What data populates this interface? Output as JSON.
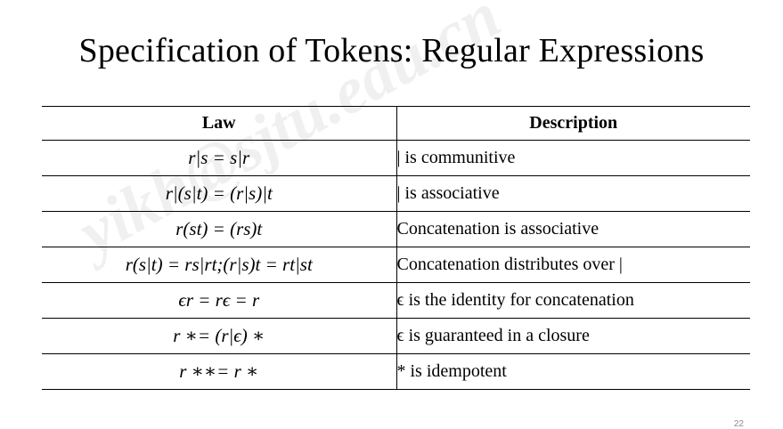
{
  "slide": {
    "title": "Specification of Tokens: Regular Expressions",
    "watermark": "yikh@sjtu.edu.cn",
    "page_number": "22"
  },
  "table": {
    "headers": {
      "law": "Law",
      "description": "Description"
    },
    "rows": [
      {
        "law": "r|s = s|r",
        "description": "| is communitive"
      },
      {
        "law": "r|(s|t) = (r|s)|t",
        "description": "| is associative"
      },
      {
        "law": "r(st) = (rs)t",
        "description": "Concatenation is associative"
      },
      {
        "law": "r(s|t) = rs|rt;(r|s)t = rt|st",
        "description": "Concatenation distributes over |"
      },
      {
        "law": "ϵr = rϵ = r",
        "description": "ϵ is the identity for concatenation"
      },
      {
        "law": "r ∗= (r|ϵ) ∗",
        "description": "ϵ is guaranteed in a closure"
      },
      {
        "law": "r ∗∗= r ∗",
        "description": "* is idempotent"
      }
    ]
  }
}
